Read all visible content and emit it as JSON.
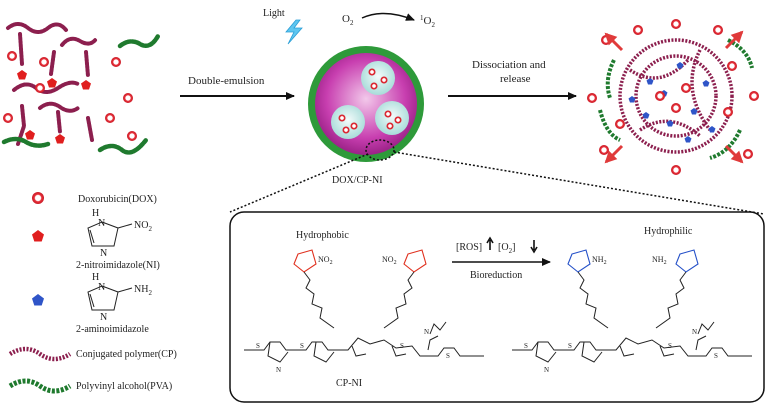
{
  "top": {
    "step1": "Double-emulsion",
    "light": "Light",
    "o2": "O",
    "o2_sub": "2",
    "singlet_pre": "1",
    "singlet_o": "O",
    "singlet_sub": "2",
    "particle": "DOX/CP-NI",
    "step2_line1": "Dissociation and",
    "step2_line2": "release"
  },
  "legend": {
    "dox": "Doxorubicin(DOX)",
    "ni": "2-nitroimidazole(NI)",
    "ai": "2-aminoimidazole",
    "cp": "Conjugated polymer(CP)",
    "pva": "Polyvinyl alcohol(PVA)"
  },
  "inset": {
    "hydrophobic": "Hydrophobic",
    "hydrophilic": "Hydrophilic",
    "condition": "[ROS]",
    "condition2": "[O",
    "condition2_sub": "2",
    "condition2_end": "]",
    "reaction": "Bioreduction",
    "polymer": "CP-NI",
    "no2": "NO",
    "no2_sub": "2",
    "nh2": "NH",
    "nh2_sub": "2",
    "h": "H",
    "n": "N",
    "s": "S"
  },
  "colors": {
    "dox": "#e8303a",
    "ni": "#e01e1e",
    "ai": "#2f55c8",
    "cp": "#8c1f4e",
    "pva": "#1f7a2e",
    "particle_shell": "#2e9a3a",
    "particle_core": "#c83fb0",
    "nitro_text": "#e0301e",
    "amino_text": "#2450c8"
  }
}
